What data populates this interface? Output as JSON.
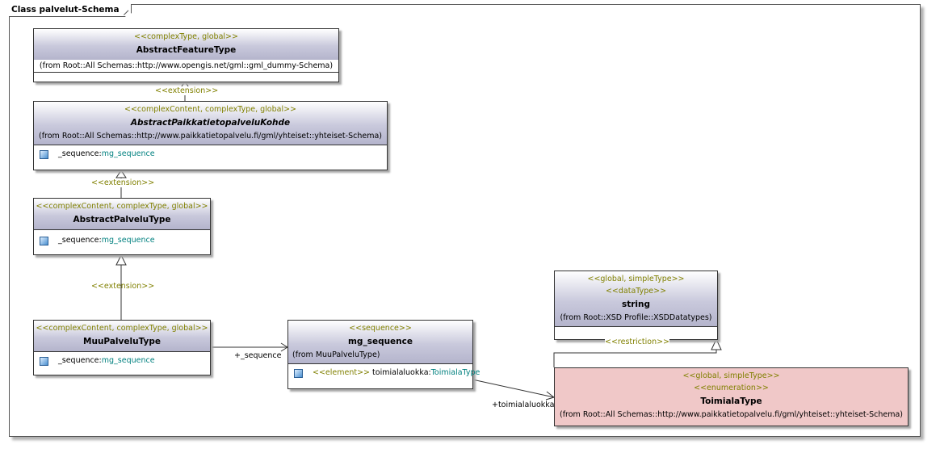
{
  "diagram": {
    "frame_title": "Class palvelut-Schema",
    "classes": {
      "abstract_feature": {
        "stereotype": "<<complexType, global>>",
        "name": "AbstractFeatureType",
        "from": "(from Root::All Schemas::http://www.opengis.net/gml::gml_dummy-Schema)"
      },
      "abstract_paikka": {
        "stereotype": "<<complexContent, complexType, global>>",
        "name": "AbstractPaikkatietopalveluKohde",
        "from": "(from Root::All Schemas::http://www.paikkatietopalvelu.fi/gml/yhteiset::yhteiset-Schema)",
        "attr_name": "_sequence:",
        "attr_type": "mg_sequence"
      },
      "abstract_palvelu": {
        "stereotype": "<<complexContent, complexType, global>>",
        "name": "AbstractPalveluType",
        "attr_name": "_sequence:",
        "attr_type": "mg_sequence"
      },
      "muu_palvelu": {
        "stereotype": "<<complexContent, complexType, global>>",
        "name": "MuuPalveluType",
        "attr_name": "_sequence:",
        "attr_type": "mg_sequence"
      },
      "mg_sequence": {
        "stereotype": "<<sequence>>",
        "name": "mg_sequence",
        "from": "(from MuuPalveluType)",
        "attr_stereotype": "<<element>>",
        "attr_name": "toimialaluokka:",
        "attr_type": "ToimialaType"
      },
      "string": {
        "stereotype1": "<<global, simpleType>>",
        "stereotype2": "<<dataType>>",
        "name": "string",
        "from": "(from Root::XSD Profile::XSDDatatypes)"
      },
      "toimiala": {
        "stereotype1": "<<global, simpleType>>",
        "stereotype2": "<<enumeration>>",
        "name": "ToimialaType",
        "from": "(from Root::All Schemas::http://www.paikkatietopalvelu.fi/gml/yhteiset::yhteiset-Schema)"
      }
    },
    "relations": {
      "extension_1": "<<extension>>",
      "extension_2": "<<extension>>",
      "extension_3": "<<extension>>",
      "restriction": "<<restriction>>",
      "sequence_role": "+_sequence",
      "toimiala_role": "+toimialaluokka"
    },
    "colors": {
      "stereotype_text": "#808000",
      "type_text": "#00807f",
      "header_gradient_end": "#b4b4cc",
      "enumeration_fill": "#f0c8c8"
    }
  }
}
